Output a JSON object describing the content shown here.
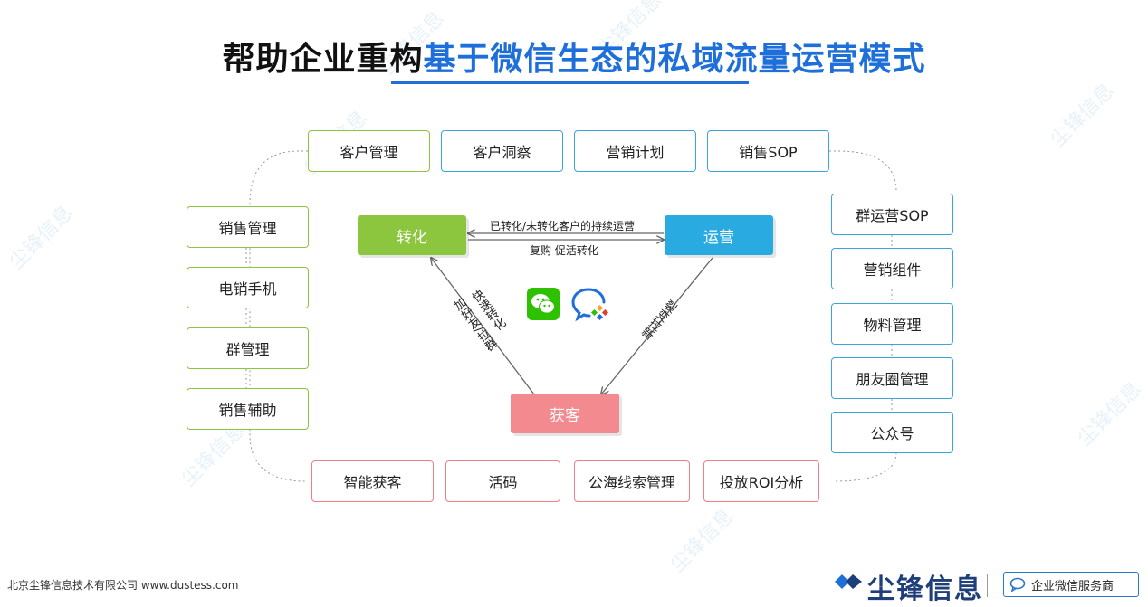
{
  "title": {
    "part1": "帮助企业重构",
    "part2": "基于微信生态的私域流量运营模式"
  },
  "top_row": [
    "客户管理",
    "客户洞察",
    "营销计划",
    "销售SOP"
  ],
  "left_column": [
    "销售管理",
    "电销手机",
    "群管理",
    "销售辅助"
  ],
  "right_column": [
    "群运营SOP",
    "营销组件",
    "物料管理",
    "朋友圈管理",
    "公众号"
  ],
  "bottom_row": [
    "智能获客",
    "活码",
    "公海线索管理",
    "投放ROI分析"
  ],
  "core": {
    "convert": "转化",
    "operate": "运营",
    "acquire": "获客"
  },
  "edges": {
    "top_upper": "已转化/未转化客户的持续运营",
    "top_lower": "复购 促活转化",
    "left_col1": "快速转化",
    "left_col2": "加好友/拉群",
    "right": "裂变拉新"
  },
  "icons": [
    "wechat-icon",
    "wecom-icon",
    "brand-logo-icon",
    "chat-bubble-icon"
  ],
  "watermark": "尘锋信息",
  "footer": {
    "company": "北京尘锋信息技术有限公司 www.dustess.com",
    "brand": "尘锋信息",
    "badge": "企业微信服务商"
  },
  "colors": {
    "green": "#8cc63f",
    "blue": "#29abe2",
    "pink": "#f28a8f",
    "title_blue": "#1e6fd9"
  }
}
